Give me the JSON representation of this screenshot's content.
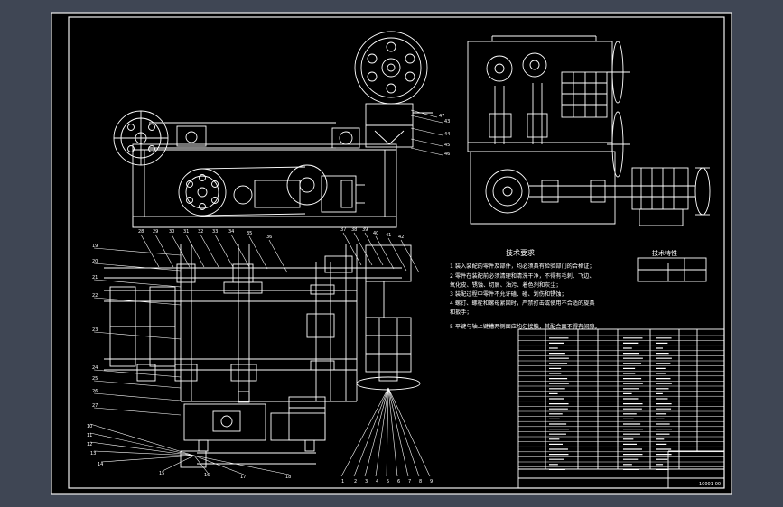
{
  "colors": {
    "outer_bg": "#3f4654",
    "sheet": "#000000",
    "line": "#ffffff",
    "accent": "#ffd400",
    "frame": "#f0f0f0"
  },
  "notes": {
    "title": "技术要求",
    "lines": [
      "1 装入装配的零件及部件，均必须具有检验部门的合格证；",
      "2 零件在装配前必须清理和清洗干净，不得有毛刺、飞边、",
      "  氧化皮、锈蚀、切屑、油污、着色剂和灰尘；",
      "3 装配过程中零件不允许磕、碰、划伤和锈蚀；",
      "4 螺钉、螺栓和螺母紧固时，严禁打击或使用不合适的旋具",
      "  和扳手；",
      "5 平键与轴上键槽两侧面应均匀接触，其配合面不得有间隙。"
    ]
  },
  "spec": {
    "title": "技术特性"
  },
  "title_block": {
    "drawing_no": "10001-00"
  },
  "callouts": [
    "1",
    "2",
    "3",
    "4",
    "5",
    "6",
    "7",
    "8",
    "9",
    "10",
    "11",
    "12",
    "13",
    "14",
    "15",
    "16",
    "17",
    "18",
    "19",
    "20",
    "21",
    "22",
    "23",
    "24",
    "25",
    "26",
    "27",
    "28",
    "29",
    "30",
    "31",
    "32",
    "33",
    "34",
    "35",
    "36",
    "37",
    "38",
    "39",
    "40",
    "41",
    "42",
    "43",
    "44",
    "45",
    "46",
    "47"
  ]
}
